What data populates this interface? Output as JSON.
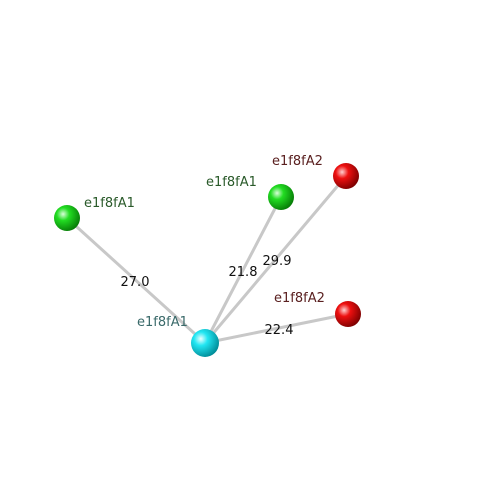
{
  "colors": {
    "background": "#ffffff",
    "bond": "#c8c8c8",
    "center": "#00e5f0",
    "green": "#1ed21e",
    "red": "#e00000",
    "label_green": "#2a5a2a",
    "label_red": "#5a2020",
    "label_center": "#3a6a6a"
  },
  "center": {
    "label": "e1f8fA1",
    "color": "center"
  },
  "neighbors": [
    {
      "label": "e1f8fA1",
      "color": "green",
      "distance": "27.0"
    },
    {
      "label": "e1f8fA1",
      "color": "green",
      "distance": "21.8"
    },
    {
      "label": "e1f8fA2",
      "color": "red",
      "distance": "29.9"
    },
    {
      "label": "e1f8fA2",
      "color": "red",
      "distance": "22.4"
    }
  ]
}
